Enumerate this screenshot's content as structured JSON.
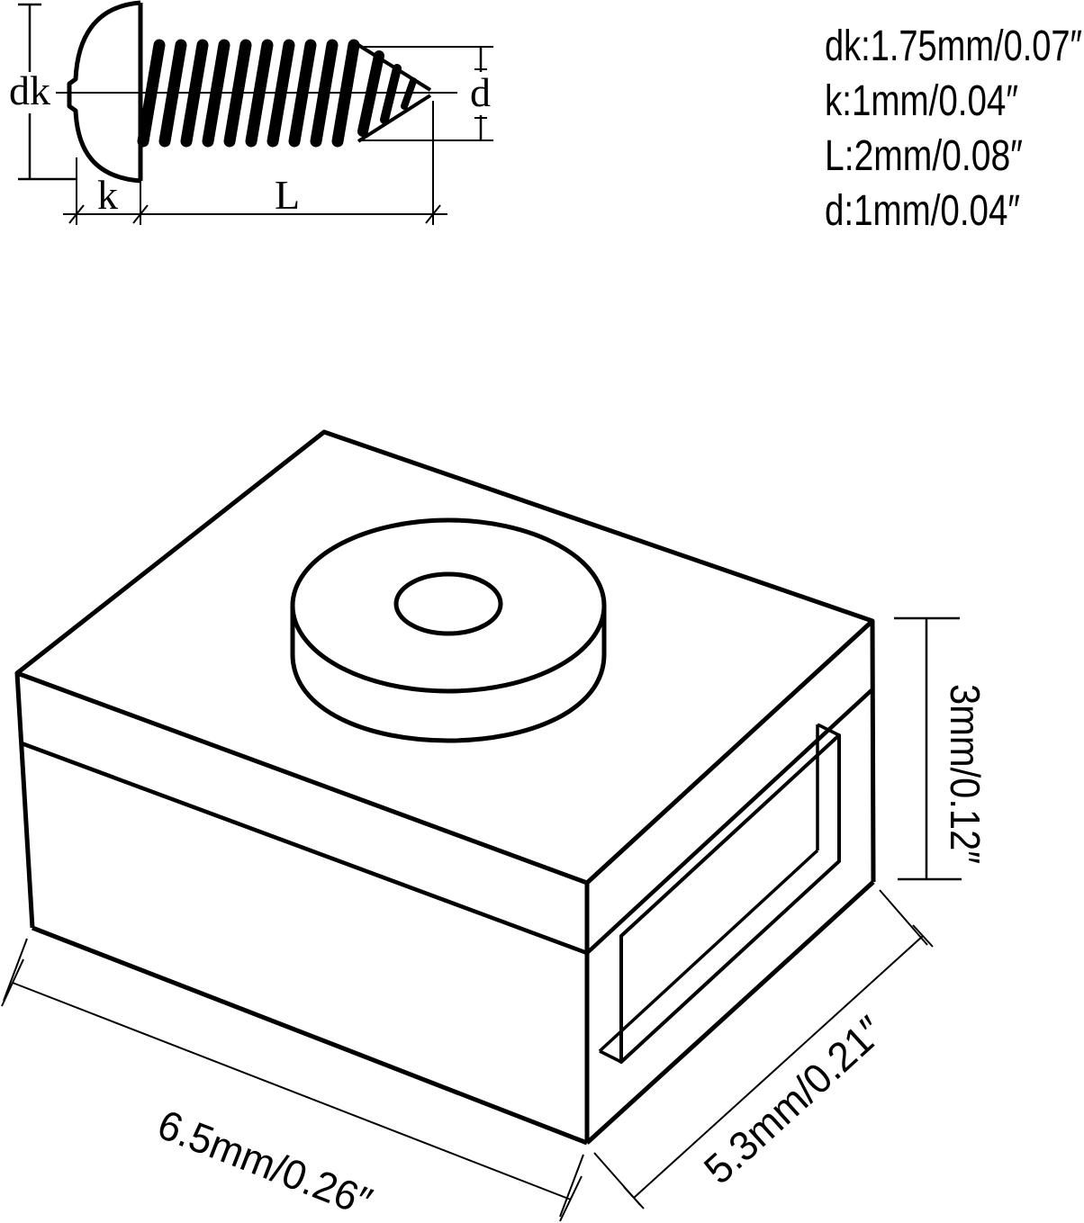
{
  "colors": {
    "background": "#ffffff",
    "line_color": "#000000",
    "text_color": "#000000"
  },
  "screw_view": {
    "label_head_diameter": "dk",
    "label_head_height": "k",
    "label_length": "L",
    "label_thread_diameter": "d"
  },
  "spec_list": {
    "lines": [
      "dk:1.75mm/0.07″",
      "k:1mm/0.04″",
      "L:2mm/0.08″",
      "d:1mm/0.04″"
    ]
  },
  "block_view": {
    "dim_length": "6.5mm/0.26″",
    "dim_depth": "5.3mm/0.21″",
    "dim_height": "3mm/0.12″"
  }
}
